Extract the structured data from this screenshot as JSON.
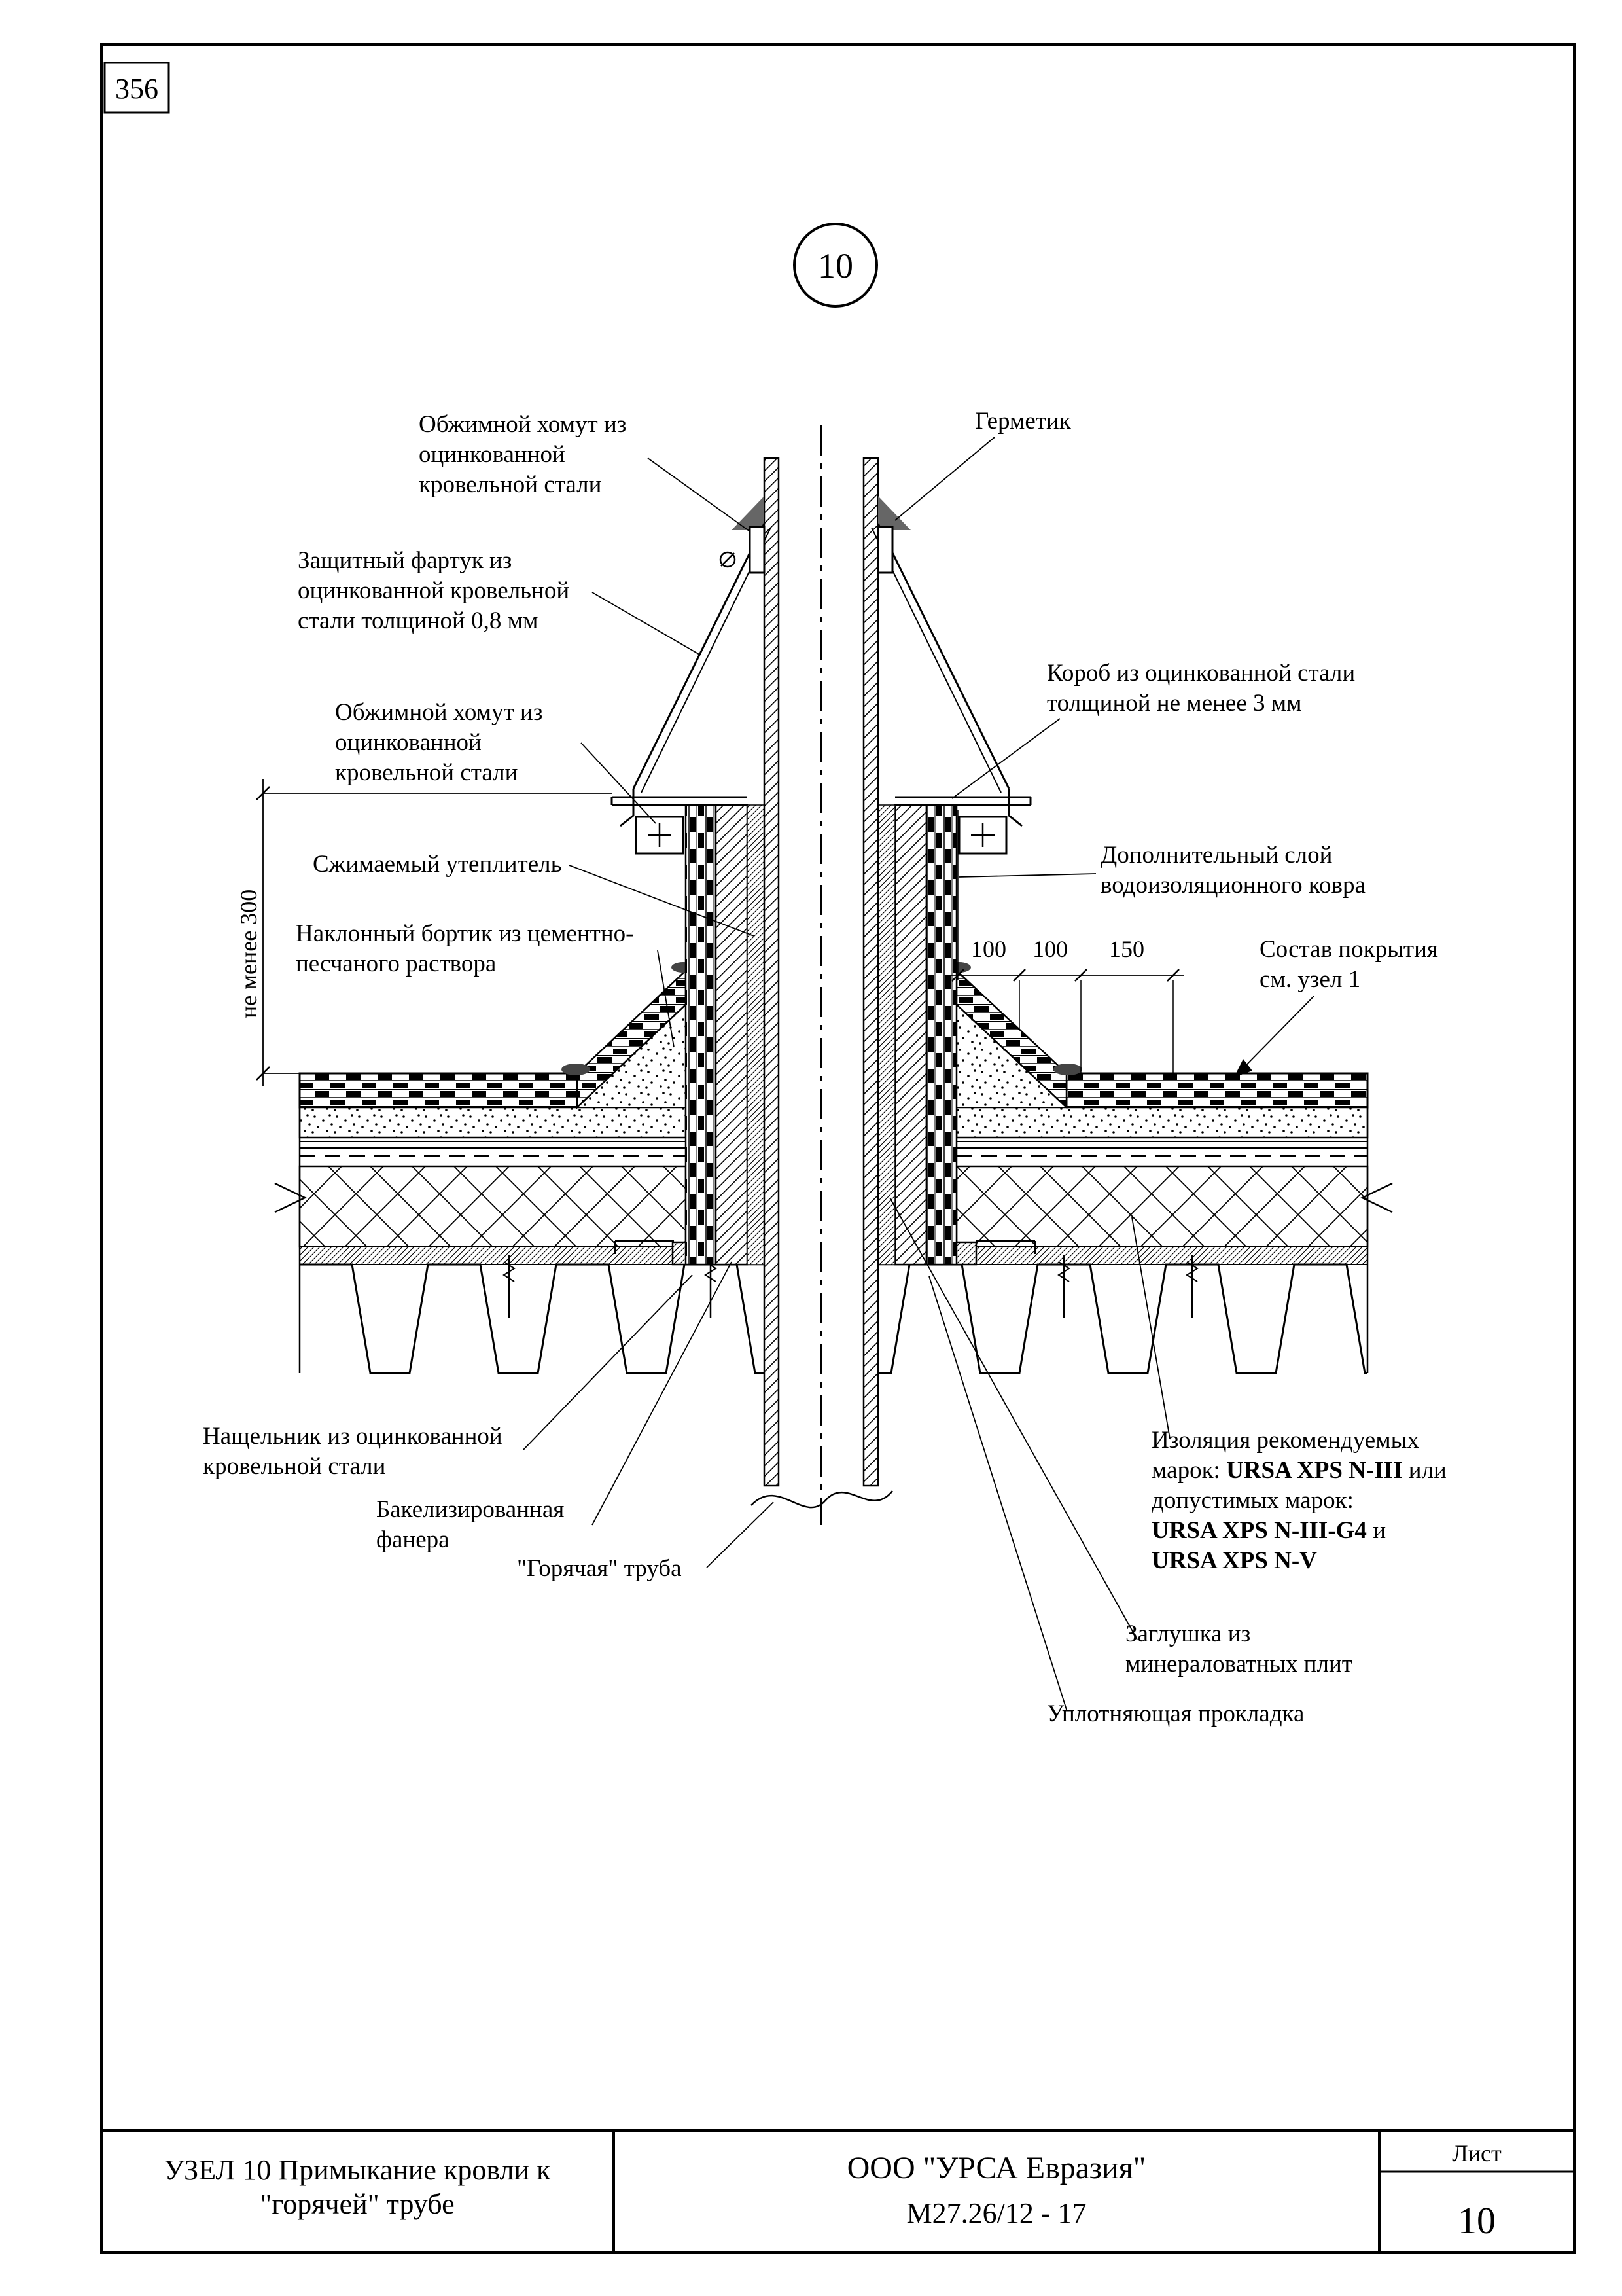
{
  "page": {
    "number": "356"
  },
  "bubble": {
    "number": "10"
  },
  "callouts": {
    "clamp_top": {
      "l1": "Обжимной хомут из",
      "l2": "оцинкованной",
      "l3": "кровельной стали"
    },
    "sealant": {
      "l1": "Герметик"
    },
    "apron": {
      "l1": "Защитный фартук из",
      "l2": "оцинкованной кровельной",
      "l3": "стали толщиной 0,8 мм"
    },
    "box": {
      "l1": "Короб из оцинкованной стали",
      "l2": "толщиной не менее 3 мм"
    },
    "clamp_lower": {
      "l1": "Обжимной хомут из",
      "l2": "оцинкованной",
      "l3": "кровельной стали"
    },
    "extra_layer": {
      "l1": "Дополнительный слой",
      "l2": "водоизоляционного ковра"
    },
    "compressible": {
      "l1": "Сжимаемый утеплитель"
    },
    "slope": {
      "l1": "Наклонный бортик из цементно-",
      "l2": "песчаного раствора"
    },
    "coating": {
      "l1": "Состав покрытия",
      "l2": "см. узел 1"
    },
    "flashing": {
      "l1": "Нащельник из оцинкованной",
      "l2": "кровельной стали"
    },
    "plywood": {
      "l1": "Бакелизированная",
      "l2": "фанера"
    },
    "hot_pipe": {
      "l1": "\"Горячая\" труба"
    },
    "insulation": {
      "l1": "Изоляция рекомендуемых",
      "l2a": "марок: ",
      "l2b": "URSA XPS N-III",
      "l2c": " или",
      "l3": "допустимых марок:",
      "l4a": "URSA XPS N-III-G4",
      "l4b": " и",
      "l5": "URSA XPS N-V"
    },
    "plug": {
      "l1": "Заглушка из",
      "l2": "минераловатных плит"
    },
    "gasket": {
      "l1": "Уплотняющая прокладка"
    }
  },
  "dimensions": {
    "vertical": "не менее 300",
    "d1": "100",
    "d2": "100",
    "d3": "150"
  },
  "titleblock": {
    "title_l1": "УЗЕЛ 10 Примыкание кровли к",
    "title_l2": "\"горячей\" трубе",
    "company": "ООО \"УРСА Евразия\"",
    "doc": "М27.26/12 - 17",
    "sheet_label": "Лист",
    "sheet_number": "10"
  }
}
